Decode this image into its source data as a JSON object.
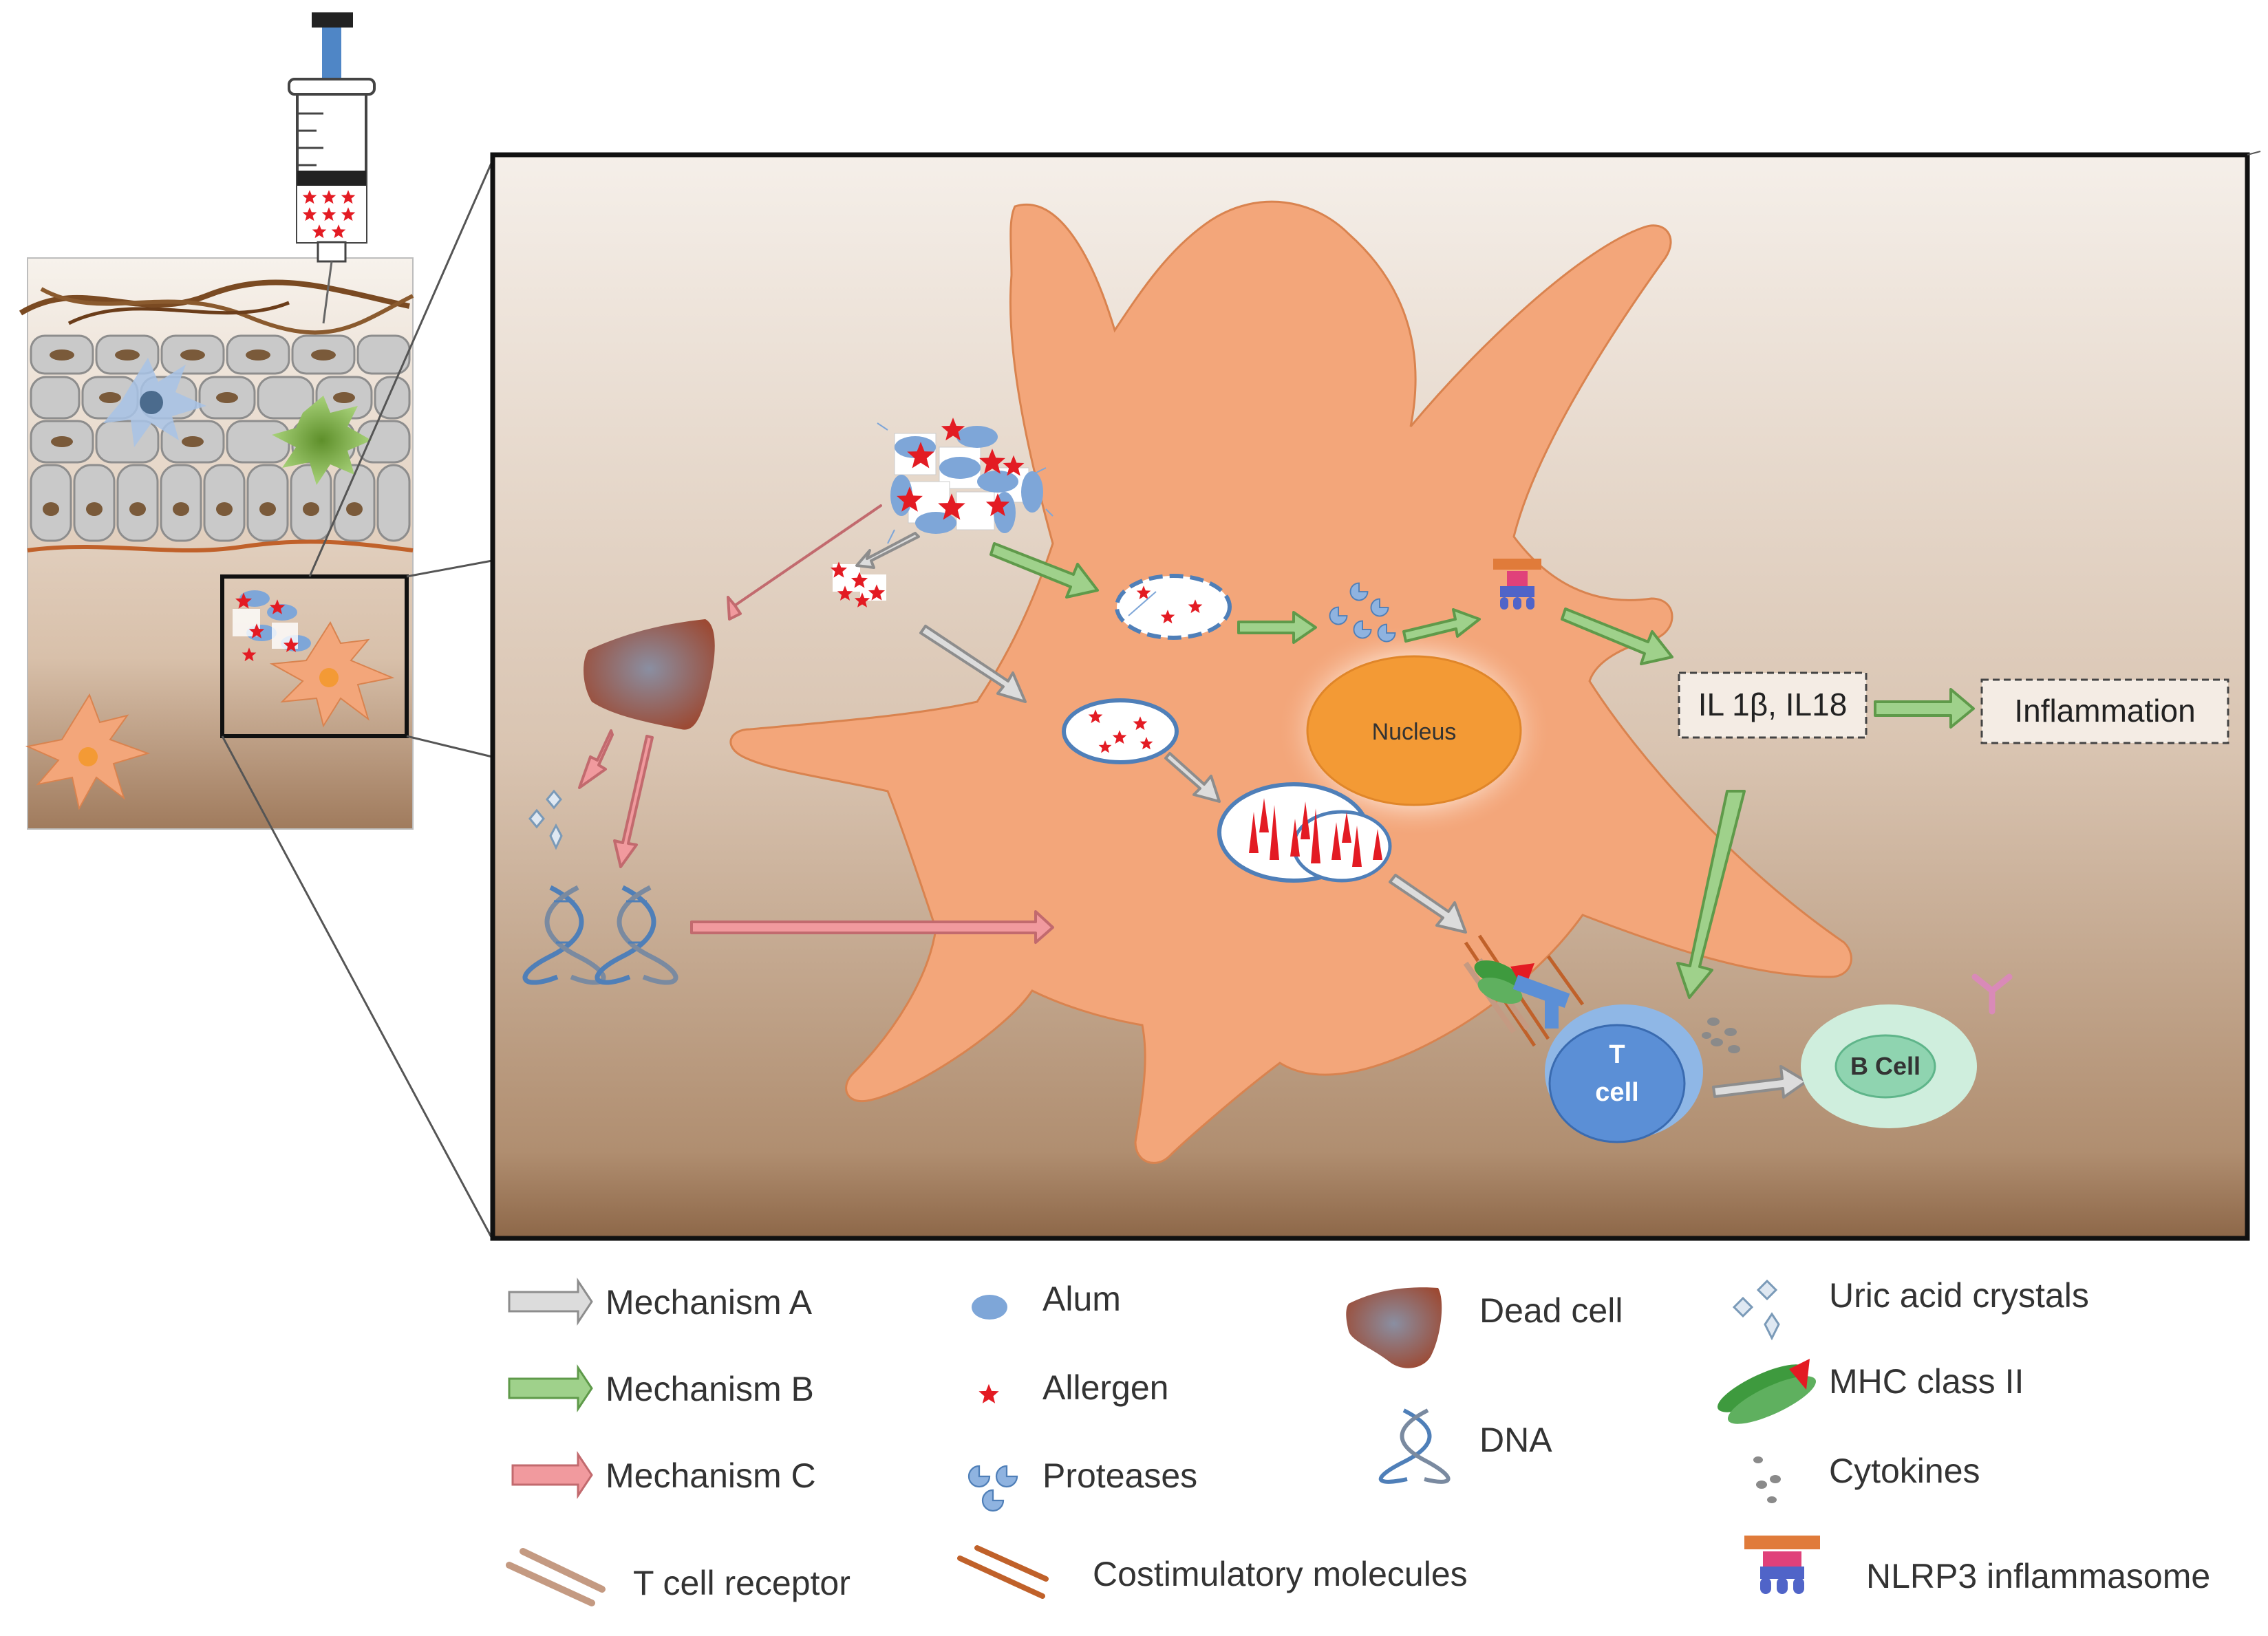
{
  "diagram": {
    "labels": {
      "nucleus": "Nucleus",
      "il": "IL 1β, IL18",
      "inflammation": "Inflammation",
      "tcell_line1": "T",
      "tcell_line2": "cell",
      "bcell": "B Cell"
    },
    "colors": {
      "mechanism_a": "#dcdcdc",
      "mechanism_b": "#9fd18b",
      "mechanism_c": "#f19a9e",
      "dendritic_cell": "#f3a67a",
      "nucleus": "#f39a35",
      "alum": "#7ea6d8",
      "allergen": "#e31b23",
      "t_cell": "#5b8fd6",
      "b_cell": "#bfe8d0",
      "dead_cell": "#8c5a4d",
      "tissue_top": "#f1ebe5",
      "tissue_bottom": "#a07b5d"
    }
  },
  "legend": {
    "items": [
      {
        "label": "Mechanism A",
        "icon": "gray-arrow-icon"
      },
      {
        "label": "Mechanism B",
        "icon": "green-arrow-icon"
      },
      {
        "label": "Mechanism C",
        "icon": "pink-arrow-icon"
      },
      {
        "label": "T cell receptor",
        "icon": "tcr-icon"
      },
      {
        "label": "Alum",
        "icon": "alum-icon"
      },
      {
        "label": "Allergen",
        "icon": "allergen-icon"
      },
      {
        "label": "Proteases",
        "icon": "protease-icon"
      },
      {
        "label": "Costimulatory molecules",
        "icon": "costim-icon"
      },
      {
        "label": "Dead cell",
        "icon": "dead-cell-icon"
      },
      {
        "label": "DNA",
        "icon": "dna-icon"
      },
      {
        "label": "Uric acid crystals",
        "icon": "uric-acid-icon"
      },
      {
        "label": "MHC class II",
        "icon": "mhc-icon"
      },
      {
        "label": "Cytokines",
        "icon": "cytokine-icon"
      },
      {
        "label": "NLRP3 inflammasome",
        "icon": "nlrp3-icon"
      }
    ]
  }
}
